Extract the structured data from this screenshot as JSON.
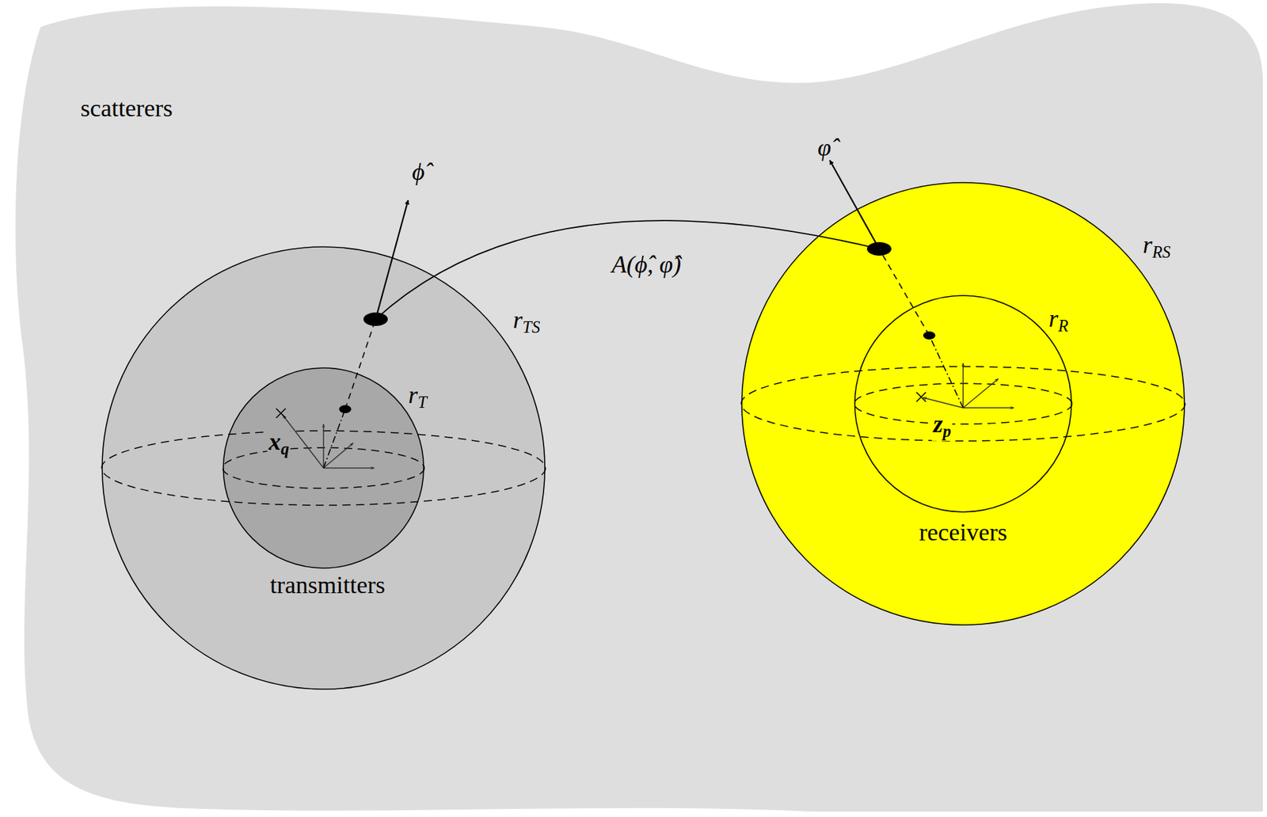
{
  "diagram": {
    "nodes": [
      {
        "text": [
          "scatterers"
        ]
      },
      {
        "text": [
          "rTS"
        ],
        "in": 0
      },
      {
        "text": [
          "rT",
          "transmitters"
        ],
        "in": 1
      },
      {
        "text": [
          "rRS"
        ],
        "in": 0
      },
      {
        "text": [
          "rR",
          "receivers"
        ],
        "in": 3
      }
    ],
    "edges": [
      {
        "from": 1,
        "to": 3,
        "arrow": "none",
        "label": "A(ϕ̂, φ̂)"
      }
    ],
    "labels": [
      "ϕ̂",
      "φ̂",
      "xq",
      "zp"
    ]
  }
}
